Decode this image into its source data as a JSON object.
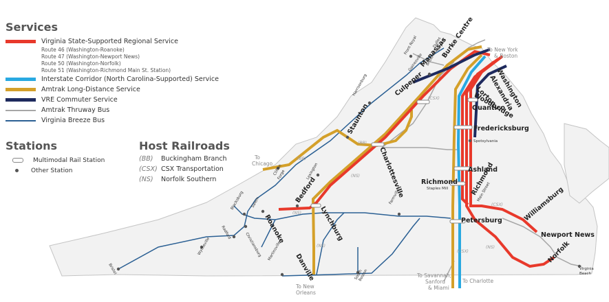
{
  "legend": {
    "services_title": "Services",
    "services": [
      {
        "label": "Virginia State-Supported Regional Service",
        "color": "#e8392b"
      },
      {
        "label": "Interstate Corridor (North Carolina-Supported) Service",
        "color": "#29a9e1"
      },
      {
        "label": "Amtrak Long-Distance Service",
        "color": "#d4a02a"
      },
      {
        "label": "VRE Commuter Service",
        "color": "#1e2a5e"
      },
      {
        "label": "Amtrak Thruway Bus",
        "color": "#a6a6a6"
      },
      {
        "label": "Virginia Breeze Bus",
        "color": "#2a5f93"
      }
    ],
    "routes": [
      "Route 46 (Washington-Roanoke)",
      "Route 47 (Washington-Newport News)",
      "Route 50 (Washington-Norfolk)",
      "Route 51 (Washington-Richmond Main St. Station)"
    ],
    "stations_title": "Stations",
    "stations": [
      "Multimodal Rail Station",
      "Other Station"
    ],
    "hosts_title": "Host Railroads",
    "hosts": [
      {
        "code": "(BB)",
        "name": "Buckingham Branch"
      },
      {
        "code": "(CSX)",
        "name": "CSX Transportation"
      },
      {
        "code": "(NS)",
        "name": "Norfolk Southern"
      }
    ]
  },
  "map": {
    "major": {
      "washington": "Washington",
      "alexandria": "Alexandria",
      "lorton": "Lorton",
      "woodbridge": "Woodbridge",
      "quantico": "Quantico",
      "fredericksburg": "Fredericksburg",
      "ashland": "Ashland",
      "richmond": "Richmond",
      "richmond_main": "Richmond",
      "petersburg": "Petersburg",
      "williamsburg": "Williamsburg",
      "newport_news": "Newport News",
      "norfolk": "Norfolk",
      "charlottesville": "Charlottesville",
      "culpeper": "Culpeper",
      "lynchburg": "Lynchburg",
      "danville": "Danville",
      "roanoke": "Roanoke",
      "bedford": "Bedford",
      "staunton": "Staunton",
      "manassas": "Manassas",
      "burke_centre": "Burke Centre"
    },
    "minor": {
      "front_royal": "Front Royal",
      "dulles": "Dulles",
      "airport": "Airport",
      "bristow": "Bristow",
      "gainesville": "Gainesville",
      "harrisonburg": "Harrisonburg",
      "lexington": "Lexington",
      "clifton": "Clifton",
      "forge": "Forge",
      "farmville": "Farmville",
      "blacksburg": "Blacksburg",
      "salem": "Salem",
      "radford": "Radford",
      "christiansburg": "Christiansburg",
      "wytheville": "Wytheville",
      "bristol": "Bristol",
      "martinsville": "Martinsville",
      "south": "South",
      "boston": "Boston",
      "spotsylvania": "Spotsylvania",
      "staples_mill": "Staples Mill",
      "main_street": "Main Street",
      "virginia": "Virginia",
      "beach": "Beach"
    },
    "dest": {
      "ny1": "To New York",
      "ny2": "& Boston",
      "chicago1": "To",
      "chicago2": "Chicago",
      "no1": "To New",
      "no2": "Orleans",
      "sav1": "To Savannah,",
      "sav2": "Sanford",
      "sav3": "& Miami",
      "charlotte": "To Charlotte"
    },
    "rail_codes": {
      "bb": "(BB)",
      "csx": "(CSX)",
      "ns": "(NS)"
    }
  }
}
